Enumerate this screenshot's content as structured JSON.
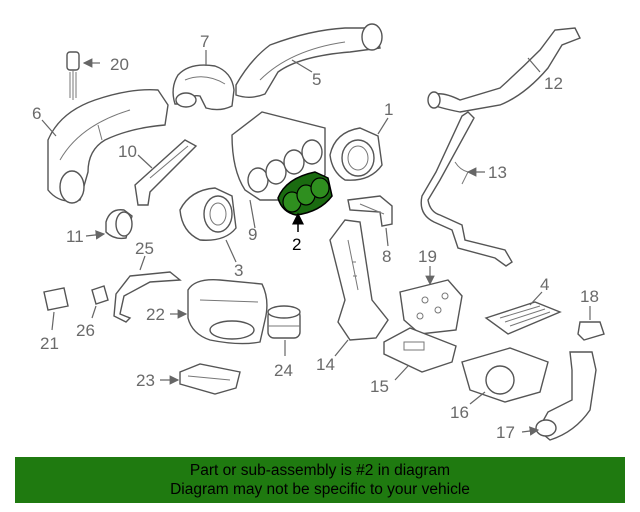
{
  "callouts": {
    "c1": "1",
    "c2": "2",
    "c3": "3",
    "c4": "4",
    "c5": "5",
    "c6": "6",
    "c7": "7",
    "c8": "8",
    "c9": "9",
    "c10": "10",
    "c11": "11",
    "c12": "12",
    "c13": "13",
    "c14": "14",
    "c15": "15",
    "c16": "16",
    "c17": "17",
    "c18": "18",
    "c19": "19",
    "c20": "20",
    "c21": "21",
    "c22": "22",
    "c23": "23",
    "c24": "24",
    "c25": "25",
    "c26": "26"
  },
  "highlighted_part": "2",
  "colors": {
    "banner": "#1f7a10",
    "highlight": "#1a6b10",
    "line": "#555555"
  },
  "banner": {
    "line1": "Part or sub-assembly is #2 in diagram",
    "line2": "Diagram may not be specific to your vehicle"
  }
}
